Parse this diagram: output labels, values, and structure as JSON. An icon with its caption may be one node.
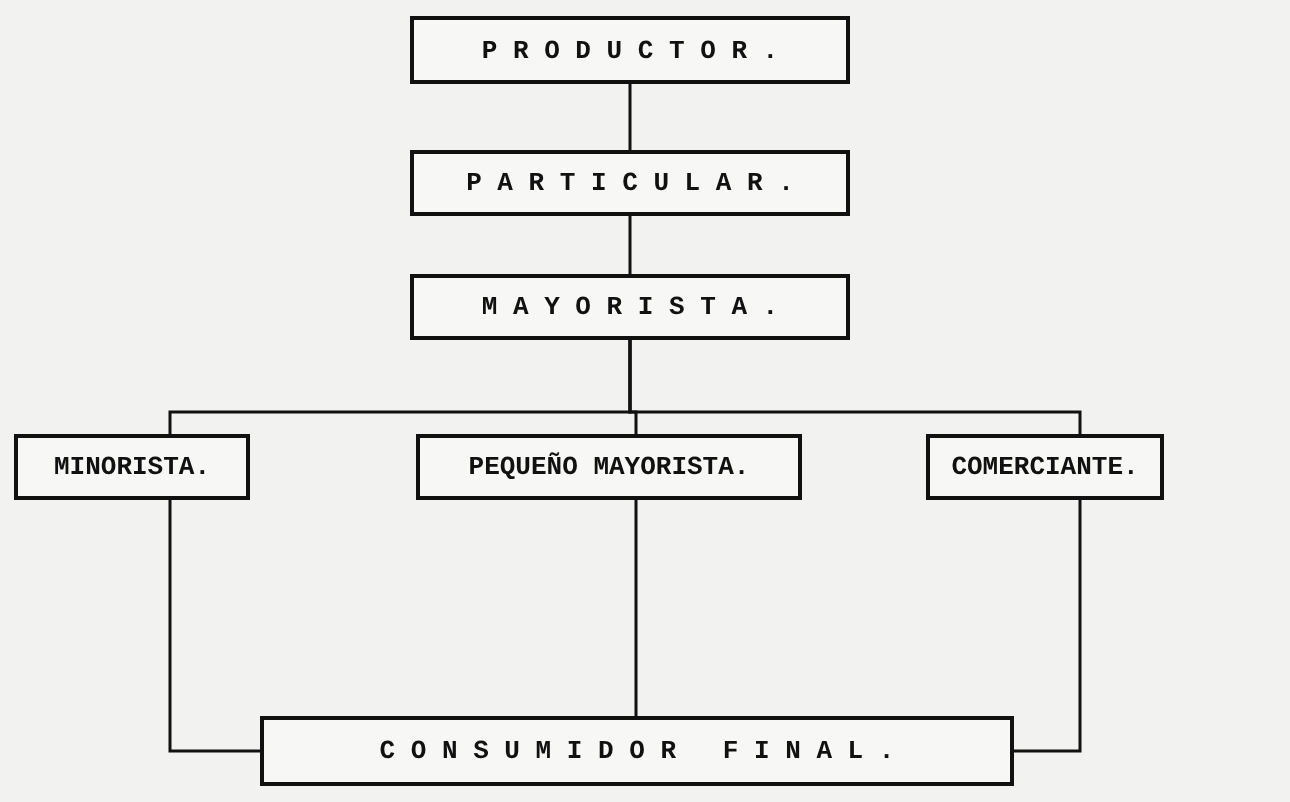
{
  "diagram": {
    "nodes": [
      {
        "text": [
          "P R O D U C T O R ."
        ]
      },
      {
        "text": [
          "P A R T I C U L A R ."
        ]
      },
      {
        "text": [
          "M A Y O R I S T A ."
        ]
      },
      {
        "text": [
          "MINORISTA."
        ]
      },
      {
        "text": [
          "PEQUEÑO MAYORISTA."
        ]
      },
      {
        "text": [
          "COMERCIANTE."
        ]
      },
      {
        "text": [
          "C O N S U M I D O R   F I N A L ."
        ]
      }
    ],
    "edges": [
      {
        "from": 0,
        "to": 1,
        "arrow": "none"
      },
      {
        "from": 1,
        "to": 2,
        "arrow": "none"
      },
      {
        "from": 2,
        "to": 3,
        "arrow": "none"
      },
      {
        "from": 2,
        "to": 4,
        "arrow": "none"
      },
      {
        "from": 2,
        "to": 5,
        "arrow": "none"
      },
      {
        "from": 3,
        "to": 6,
        "arrow": "none"
      },
      {
        "from": 4,
        "to": 6,
        "arrow": "none"
      },
      {
        "from": 5,
        "to": 6,
        "arrow": "none"
      }
    ]
  }
}
